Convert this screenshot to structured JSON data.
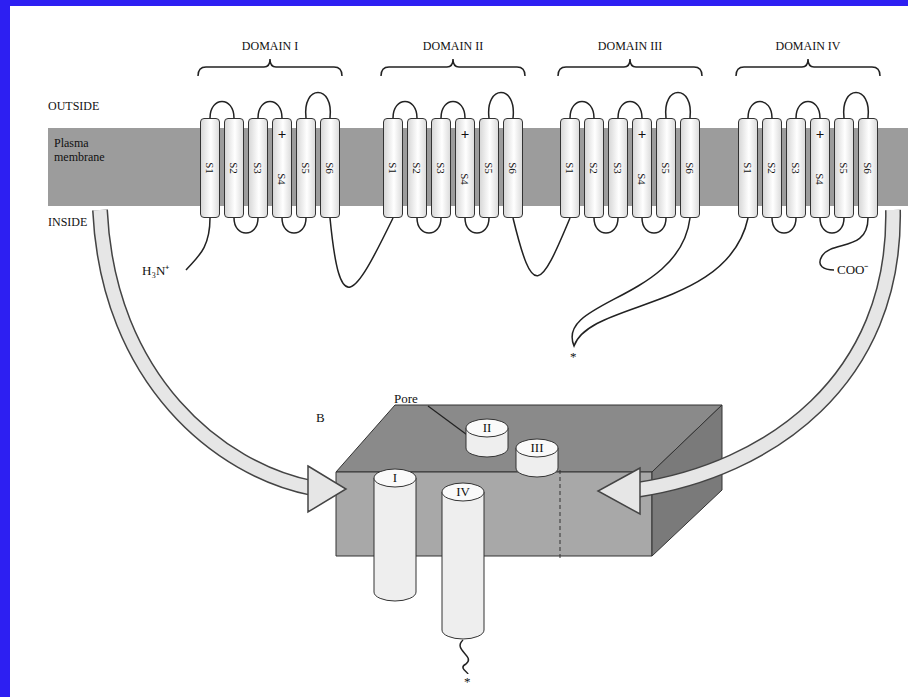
{
  "diagram": {
    "nodes": [
      {
        "text": [
          "Plasma membrane"
        ]
      },
      {
        "text": [
          "S1"
        ],
        "in": 0
      },
      {
        "text": [
          "S2"
        ],
        "in": 0
      },
      {
        "text": [
          "S3"
        ],
        "in": 0
      },
      {
        "text": [
          "+",
          "S4"
        ],
        "in": 0
      },
      {
        "text": [
          "S5"
        ],
        "in": 0
      },
      {
        "text": [
          "S6"
        ],
        "in": 0
      },
      {
        "text": [
          "S1"
        ],
        "in": 0
      },
      {
        "text": [
          "S2"
        ],
        "in": 0
      },
      {
        "text": [
          "S3"
        ],
        "in": 0
      },
      {
        "text": [
          "+",
          "S4"
        ],
        "in": 0
      },
      {
        "text": [
          "S5"
        ],
        "in": 0
      },
      {
        "text": [
          "S6"
        ],
        "in": 0
      },
      {
        "text": [
          "S1"
        ],
        "in": 0
      },
      {
        "text": [
          "S2"
        ],
        "in": 0
      },
      {
        "text": [
          "S3"
        ],
        "in": 0
      },
      {
        "text": [
          "+",
          "S4"
        ],
        "in": 0
      },
      {
        "text": [
          "S5"
        ],
        "in": 0
      },
      {
        "text": [
          "S6"
        ],
        "in": 0
      },
      {
        "text": [
          "S1"
        ],
        "in": 0
      },
      {
        "text": [
          "S2"
        ],
        "in": 0
      },
      {
        "text": [
          "S3"
        ],
        "in": 0
      },
      {
        "text": [
          "+",
          "S4"
        ],
        "in": 0
      },
      {
        "text": [
          "S5"
        ],
        "in": 0
      },
      {
        "text": [
          "S6"
        ],
        "in": 0
      },
      {
        "text": [
          "I"
        ]
      },
      {
        "text": [
          "II"
        ]
      },
      {
        "text": [
          "III"
        ]
      },
      {
        "text": [
          "IV"
        ]
      }
    ],
    "labels": [
      "DOMAIN I",
      "DOMAIN II",
      "DOMAIN III",
      "DOMAIN IV",
      "OUTSIDE",
      "INSIDE",
      "H₃N⁺",
      "COO⁻",
      "*",
      "B",
      "Pore",
      "*"
    ]
  }
}
